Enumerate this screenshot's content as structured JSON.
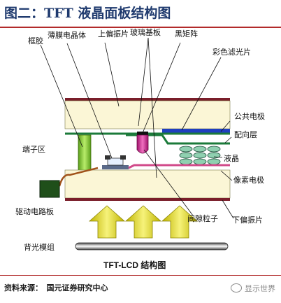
{
  "figure": {
    "title": "图二：TFT 液晶面板结构图",
    "caption": "TFT-LCD 结构图",
    "source": "资料来源：　国元证券研究中心",
    "watermark": "显示世界"
  },
  "labels": {
    "frame_glue": "框胶",
    "thin_film_transistor": "薄膜电晶体",
    "upper_polarizer": "上偏振片",
    "glass_substrate": "玻璃基板",
    "black_matrix": "黑矩阵",
    "color_filter": "彩色滤光片",
    "common_electrode": "公共电极",
    "alignment_layer": "配向层",
    "terminal_area": "端子区",
    "liquid_crystal": "液晶",
    "pixel_electrode": "像素电极",
    "driver_board": "驱动电路板",
    "spacer": "间隙粒子",
    "lower_polarizer": "下偏振片",
    "backlight_module": "背光模组"
  },
  "colors": {
    "title": "#1f3a6e",
    "rule": "#b22a2a",
    "glass": "#fbf6d6",
    "polarizer": "#7a1e2a",
    "color_filter": "#1f3fbf",
    "alignment": "#1b7a3a",
    "frame_glue": "#9bd44a",
    "spacer": "#d0208a",
    "pixel_electrode": "#d14a8a",
    "liquid_crystal": "#8fd0b0",
    "arrow": "#d9d400"
  }
}
